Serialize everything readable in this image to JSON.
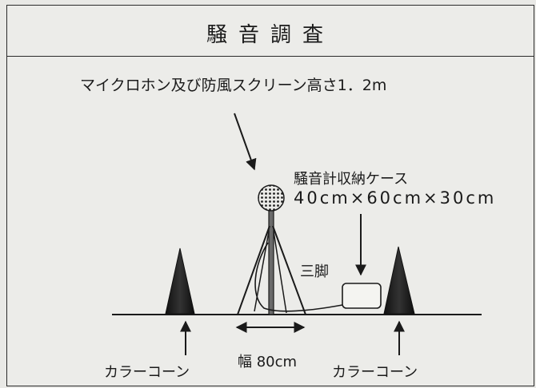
{
  "title": "騒音調査",
  "labels": {
    "mic": "マイクロホン及び防風スクリーン高さ1．2m",
    "case_name": "騒音計収納ケース",
    "case_dims": "40cm×60cm×30cm",
    "tripod": "三脚",
    "width": "幅 80cm",
    "cone_left": "カラーコーン",
    "cone_right": "カラーコーン"
  }
}
